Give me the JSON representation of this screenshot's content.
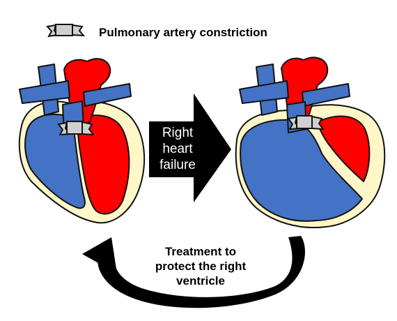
{
  "legend": {
    "icon": "band-icon",
    "label": "Pulmonary artery constriction"
  },
  "arrow_label": {
    "line1": "Right",
    "line2": "heart",
    "line3": "failure"
  },
  "treatment_label": {
    "line1": "Treatment to",
    "line2": "protect the right",
    "line3": "ventricle"
  },
  "colors": {
    "blue": "#4472c4",
    "red": "#ff0000",
    "cream": "#fff7c8",
    "band": "#d0d0d0",
    "outline": "#111111",
    "arrow": "#000000"
  }
}
